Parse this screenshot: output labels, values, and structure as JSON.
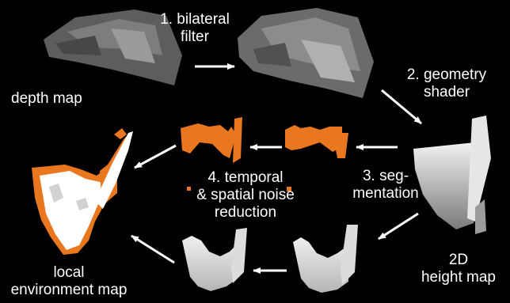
{
  "labels": {
    "step1": [
      "1. bilateral",
      "filter"
    ],
    "depth_map": "depth map",
    "step2": [
      "2. geometry",
      "shader"
    ],
    "step3": [
      "3. seg-",
      "mentation"
    ],
    "step4": [
      "4. temporal",
      "& spatial noise",
      "reduction"
    ],
    "height_map": [
      "2D",
      "height map"
    ],
    "local_map": [
      "local",
      "environment map"
    ]
  },
  "colors": {
    "background": "#000000",
    "obstacle": "#e8771f",
    "free_space": "#ffffff",
    "arrow": "#ffffff"
  }
}
